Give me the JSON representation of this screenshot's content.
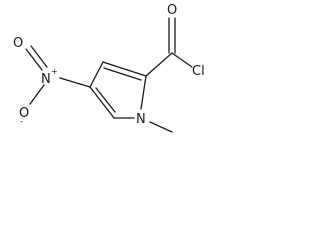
{
  "molecule": {
    "atoms": {
      "carbonyl_oxygen": "O",
      "chlorine": "Cl",
      "nitro_nitrogen": "N",
      "nitro_nitrogen_charge": "+",
      "nitro_oxygen_top": "O",
      "nitro_oxygen_bottom": "O",
      "nitro_oxygen_bottom_charge": "-",
      "ring_nitrogen": "N"
    }
  }
}
